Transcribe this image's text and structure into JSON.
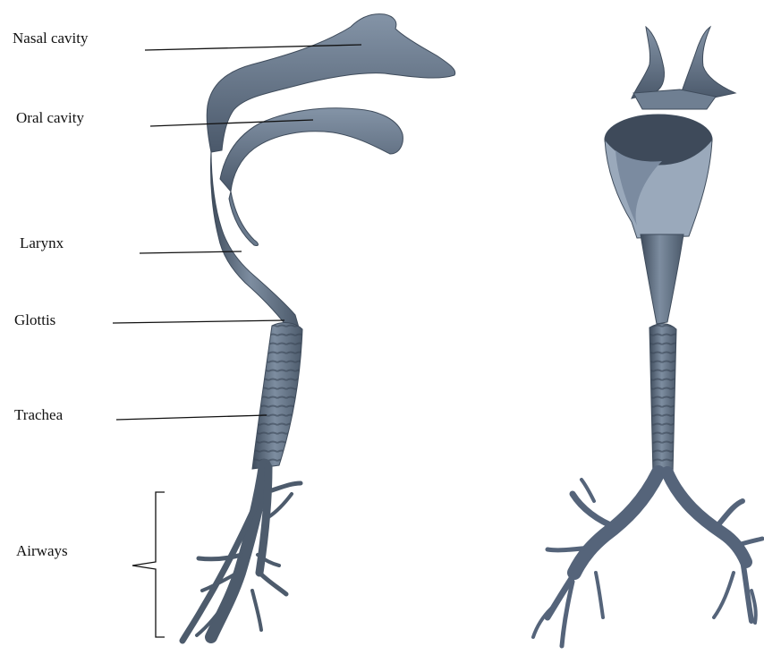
{
  "labels": {
    "nasal_cavity": "Nasal cavity",
    "oral_cavity": "Oral cavity",
    "larynx": "Larynx",
    "glottis": "Glottis",
    "trachea": "Trachea",
    "airways": "Airways"
  },
  "colors": {
    "model_fill": "#5f6f82",
    "model_dark": "#3f4c5c",
    "model_light": "#9aa8b8",
    "leader_line": "#111111"
  }
}
